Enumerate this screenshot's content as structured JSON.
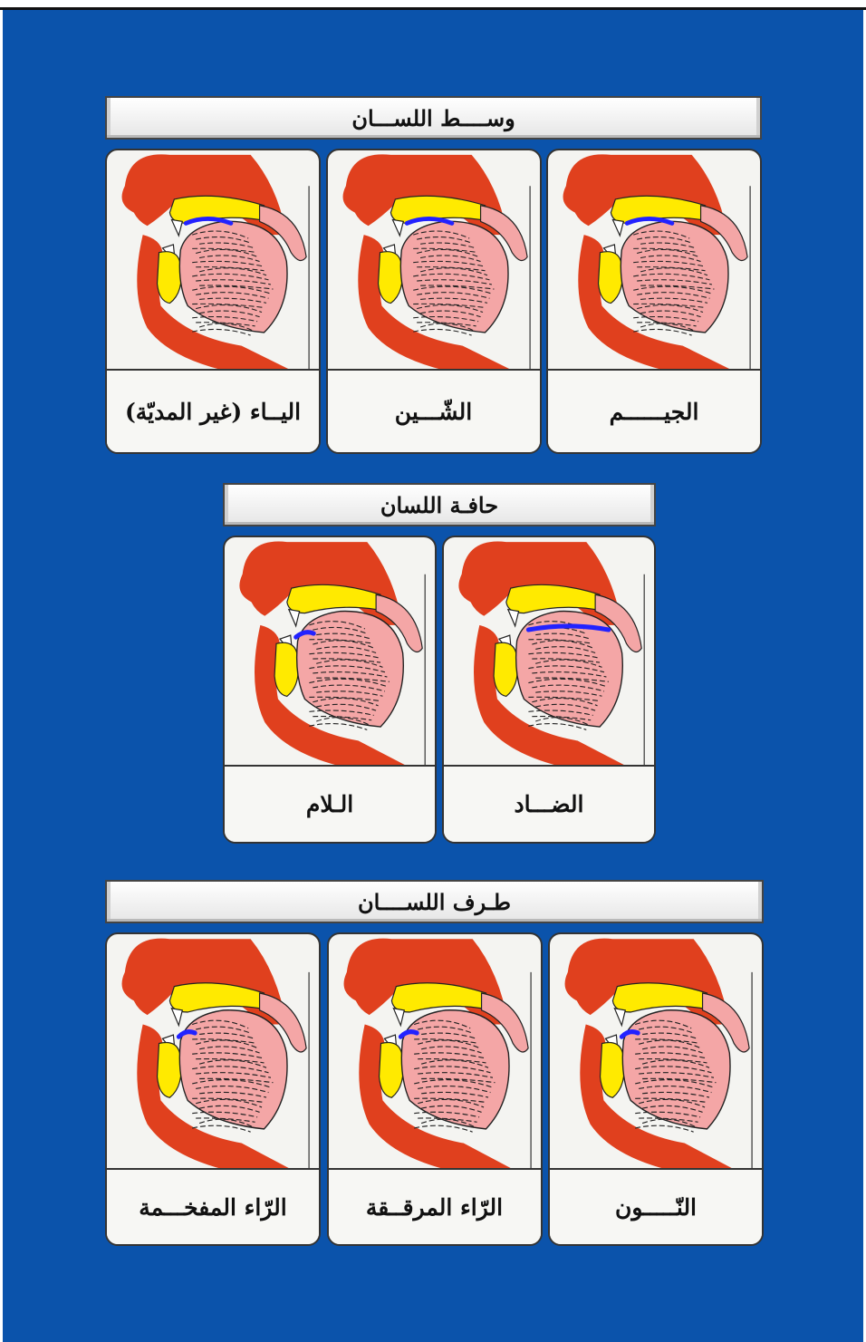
{
  "groups": [
    {
      "title": "وســــط اللســـان",
      "cards": [
        {
          "label": "الجيــــــم",
          "highlight": "mid"
        },
        {
          "label": "الشّـــين",
          "highlight": "mid"
        },
        {
          "label": "اليــاء (غير المديّة)",
          "highlight": "mid"
        }
      ]
    },
    {
      "title": "حافـة اللسان",
      "cards": [
        {
          "label": "الضـــاد",
          "highlight": "edge"
        },
        {
          "label": "الـلام",
          "highlight": "front"
        }
      ]
    },
    {
      "title": "طـرف اللســــان",
      "cards": [
        {
          "label": "النّـــــون",
          "highlight": "tip"
        },
        {
          "label": "الرّاء المرقــقة",
          "highlight": "tip"
        },
        {
          "label": "الرّاء المفخـــمة",
          "highlight": "tip"
        }
      ]
    }
  ],
  "colors": {
    "background": "#0b53ab",
    "flesh": "#e0401e",
    "palate": "#ffea00",
    "tongue": "#f4a6a6",
    "highlight": "#2222ff",
    "teeth": "#ffffff"
  }
}
